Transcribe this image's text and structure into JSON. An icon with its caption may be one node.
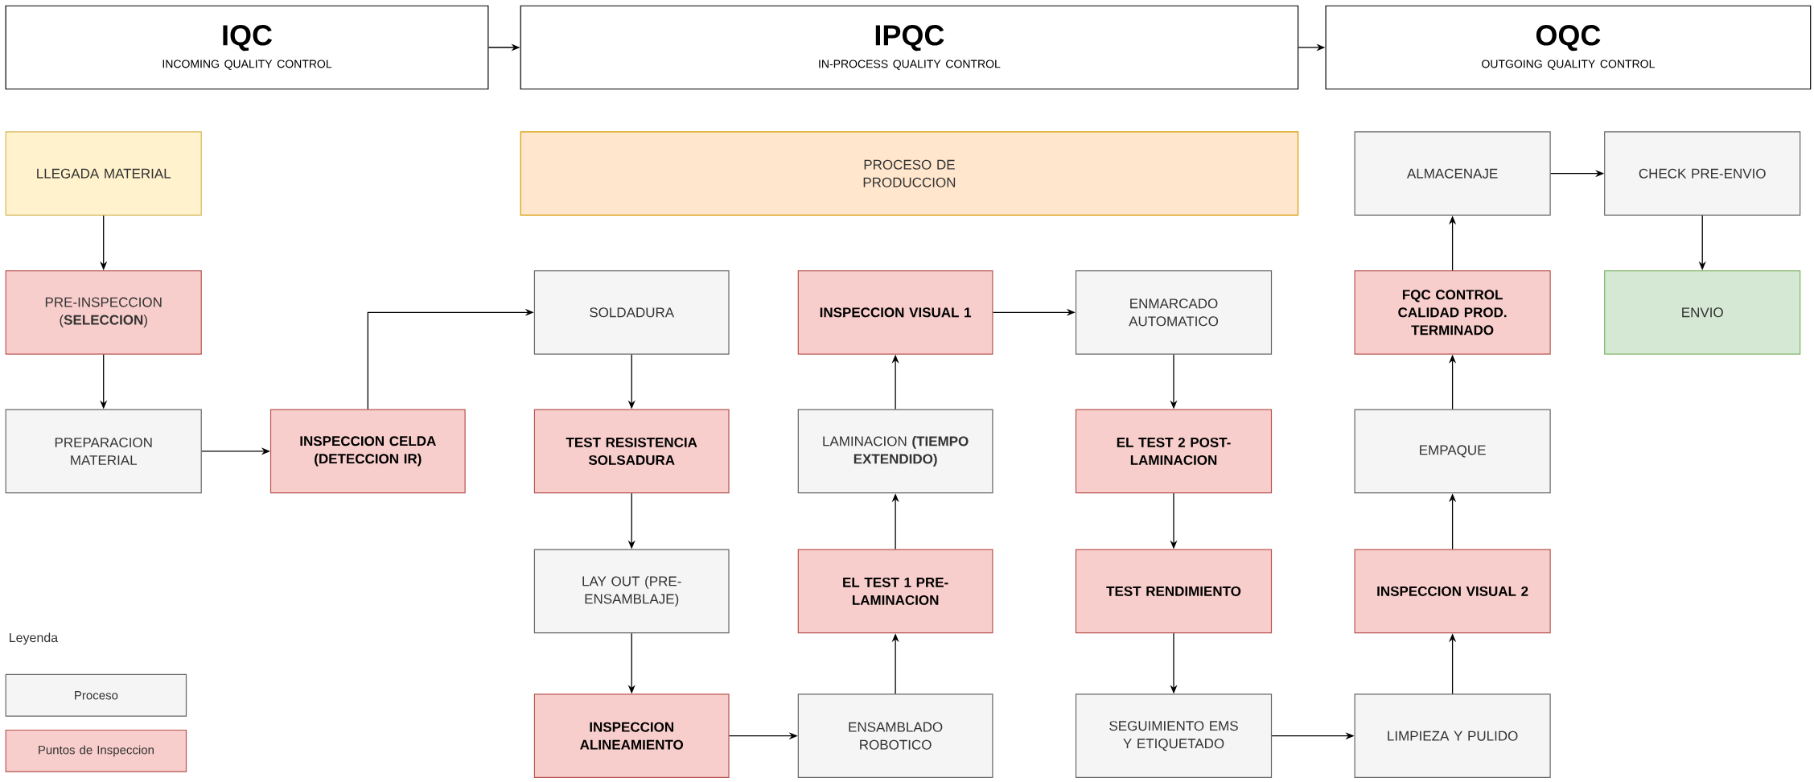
{
  "diagram": {
    "nodes": [
      {
        "text": [
          "IQC",
          "INCOMING QUALITY CONTROL"
        ]
      },
      {
        "text": [
          "IPQC",
          "IN-PROCESS QUALITY CONTROL"
        ]
      },
      {
        "text": [
          "OQC",
          "OUTGOING QUALITY CONTROL"
        ]
      },
      {
        "text": [
          "LLEGADA MATERIAL"
        ]
      },
      {
        "text": [
          "PROCESO DE PRODUCCION"
        ]
      },
      {
        "text": [
          "ALMACENAJE"
        ]
      },
      {
        "text": [
          "CHECK PRE-ENVIO"
        ]
      },
      {
        "text": [
          "PRE-INSPECCION (**SELECCION**)"
        ]
      },
      {
        "text": [
          "SOLDADURA"
        ]
      },
      {
        "text": [
          "INSPECCION VISUAL 1"
        ]
      },
      {
        "text": [
          "ENMARCADO AUTOMATICO"
        ]
      },
      {
        "text": [
          "FQC CONTROL CALIDAD PROD. TERMINADO"
        ]
      },
      {
        "text": [
          "ENVIO"
        ]
      },
      {
        "text": [
          "PREPARACION MATERIAL"
        ]
      },
      {
        "text": [
          "INSPECCION CELDA (DETECCION IR)"
        ]
      },
      {
        "text": [
          "TEST RESISTENCIA SOLSADURA"
        ]
      },
      {
        "text": [
          "LAMINACION **(TIEMPO EXTENDIDO)**"
        ]
      },
      {
        "text": [
          "EL TEST 2 POST-LAMINACION"
        ]
      },
      {
        "text": [
          "EMPAQUE"
        ]
      },
      {
        "text": [
          "LAY OUT (PRE-ENSAMBLAJE)"
        ]
      },
      {
        "text": [
          "EL TEST 1 PRE-LAMINACION"
        ]
      },
      {
        "text": [
          "TEST RENDIMIENTO"
        ]
      },
      {
        "text": [
          "INSPECCION VISUAL 2"
        ]
      },
      {
        "text": [
          "INSPECCION ALINEAMIENTO"
        ]
      },
      {
        "text": [
          "ENSAMBLADO ROBOTICO"
        ]
      },
      {
        "text": [
          "SEGUIMIENTO EMS Y ETIQUETADO"
        ]
      },
      {
        "text": [
          "LIMPIEZA Y PULIDO"
        ]
      }
    ],
    "edges": [
      {
        "from": 0,
        "to": 1,
        "arrow": "to"
      },
      {
        "from": 1,
        "to": 2,
        "arrow": "to"
      },
      {
        "from": 3,
        "to": 7,
        "arrow": "to"
      },
      {
        "from": 7,
        "to": 13,
        "arrow": "to"
      },
      {
        "from": 13,
        "to": 14,
        "arrow": "to"
      },
      {
        "from": 14,
        "to": 8,
        "arrow": "to"
      },
      {
        "from": 8,
        "to": 15,
        "arrow": "to"
      },
      {
        "from": 15,
        "to": 19,
        "arrow": "to"
      },
      {
        "from": 19,
        "to": 23,
        "arrow": "to"
      },
      {
        "from": 23,
        "to": 24,
        "arrow": "to"
      },
      {
        "from": 24,
        "to": 20,
        "arrow": "to"
      },
      {
        "from": 20,
        "to": 16,
        "arrow": "to"
      },
      {
        "from": 16,
        "to": 9,
        "arrow": "to"
      },
      {
        "from": 9,
        "to": 10,
        "arrow": "to"
      },
      {
        "from": 10,
        "to": 17,
        "arrow": "to"
      },
      {
        "from": 17,
        "to": 21,
        "arrow": "to"
      },
      {
        "from": 21,
        "to": 25,
        "arrow": "to"
      },
      {
        "from": 25,
        "to": 26,
        "arrow": "to"
      },
      {
        "from": 26,
        "to": 22,
        "arrow": "to"
      },
      {
        "from": 22,
        "to": 18,
        "arrow": "to"
      },
      {
        "from": 18,
        "to": 11,
        "arrow": "to"
      },
      {
        "from": 11,
        "to": 5,
        "arrow": "to"
      },
      {
        "from": 5,
        "to": 6,
        "arrow": "to"
      },
      {
        "from": 6,
        "to": 12,
        "arrow": "to"
      }
    ],
    "labels": [
      "Leyenda"
    ],
    "legend": [
      {
        "text": "Proceso",
        "color": "#f5f5f5"
      },
      {
        "text": "Puntos de Inspeccion",
        "color": "#f8cecc"
      }
    ]
  }
}
